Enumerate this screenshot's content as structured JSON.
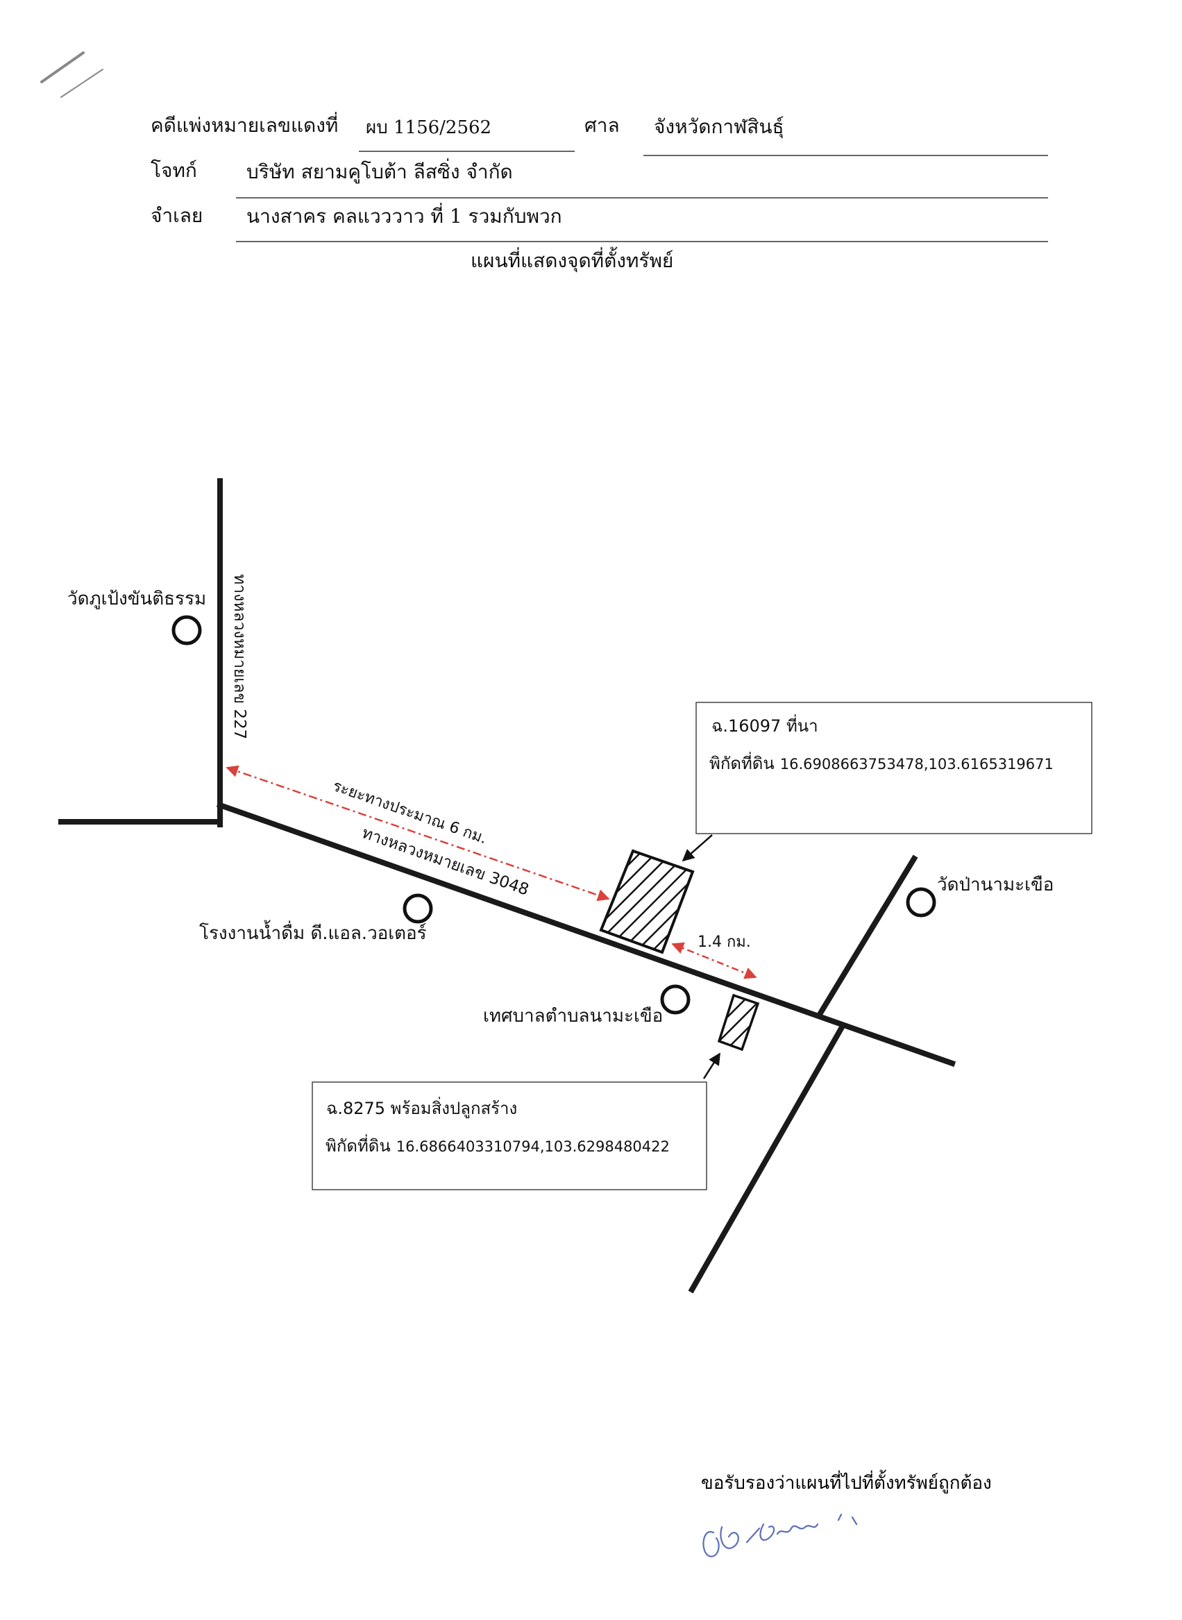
{
  "header": {
    "case_label": "คดีแพ่งหมายเลขแดงที่",
    "case_number": "ผบ 1156/2562",
    "court_label": "ศาล",
    "court_name": "จังหวัดกาฬสินธุ์",
    "plaintiff_label": "โจทก์",
    "plaintiff_name": "บริษัท สยามคูโบต้า ลีสซิ่ง จำกัด",
    "defendant_label": "จำเลย",
    "defendant_name": "นางสาคร คลแวววาว ที่ 1 รวมกับพวก",
    "map_title": "แผนที่แสดงจุดที่ตั้งทรัพย์"
  },
  "map": {
    "landmarks": {
      "temple_1": "วัดภูเป้งขันติธรรม",
      "factory": "โรงงานน้ำดื่ม ดี.แอล.วอเตอร์",
      "municipality": "เทศบาลตำบลนามะเขือ",
      "temple_2": "วัดป่านามะเขือ"
    },
    "roads": {
      "highway_227": "ทางหลวงหมายเลข 227",
      "highway_3048": "ทางหลวงหมายเลข 3048"
    },
    "distances": {
      "to_highway": "ระยะทางประมาณ 6 กม.",
      "between_plots": "1.4 กม."
    },
    "plot_1": {
      "title": "ฉ.16097  ที่นา",
      "coord_label": "พิกัดที่ดิน",
      "coordinates": "16.6908663753478,103.6165319671"
    },
    "plot_2": {
      "title": "ฉ.8275 พร้อมสิ่งปลูกสร้าง",
      "coord_label": "พิกัดที่ดิน",
      "coordinates": "16.6866403310794,103.6298480422"
    },
    "colors": {
      "road": "#1a1a1a",
      "distance_arrow": "#d9413a",
      "signature_ink": "#5b6fb8"
    }
  },
  "certification": {
    "text": "ขอรับรองว่าแผนที่ไปที่ตั้งทรัพย์ถูกต้อง"
  }
}
